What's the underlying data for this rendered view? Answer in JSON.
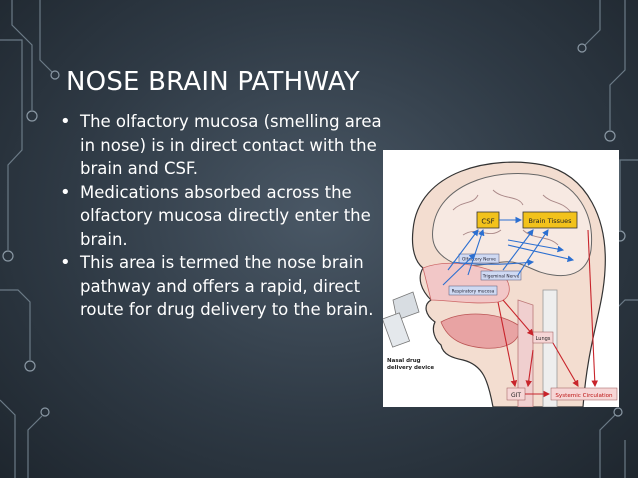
{
  "slide": {
    "title": "NOSE BRAIN PATHWAY",
    "bullets": [
      "The olfactory mucosa (smelling area in nose) is in direct contact with the brain and CSF.",
      "Medications absorbed across the olfactory mucosa directly enter the brain.",
      "This area is termed the nose brain pathway and offers a rapid, direct route for drug delivery to the brain."
    ]
  },
  "figure": {
    "labels": {
      "csf": "CSF",
      "brain_tissues": "Brain Tissues",
      "olfactory_nerve": "Olfactory Nerve",
      "trigeminal_nerve": "Trigeminal Nerve",
      "respiratory_mucosa": "Respiratory mucosa",
      "lungs": "Lungs",
      "nasal_device_line1": "Nasal drug",
      "nasal_device_line2": "delivery device",
      "git": "GIT",
      "systemic_circulation": "Systemic Circulation"
    }
  },
  "colors": {
    "background": "#2f3a45",
    "text": "#ffffff",
    "box_yellow": "#f2c21b",
    "arrow_blue": "#2b6fd1",
    "arrow_red": "#c8242b"
  }
}
